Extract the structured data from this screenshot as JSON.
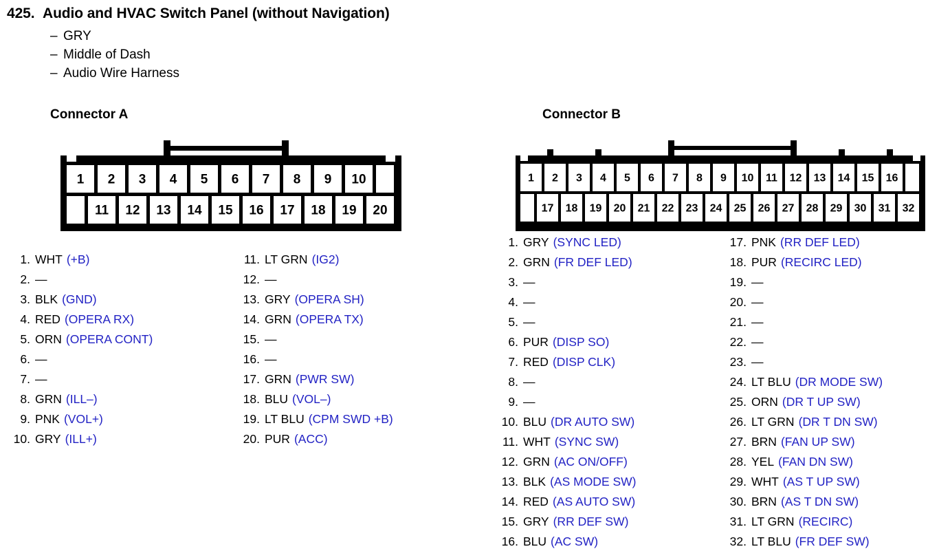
{
  "header": {
    "number": "425.",
    "title": "Audio and HVAC Switch Panel (without Navigation)",
    "bullets": [
      "GRY",
      "Middle of Dash",
      "Audio Wire Harness"
    ],
    "bullet_marker": "–"
  },
  "colors": {
    "signal_blue": "#2222c4",
    "body_black": "#000000",
    "cell_white": "#ffffff",
    "page_background": "#ffffff"
  },
  "connector_a": {
    "heading": "Connector A",
    "top_row_pins": [
      "1",
      "2",
      "3",
      "4",
      "5",
      "6",
      "7",
      "8",
      "9",
      "10"
    ],
    "bottom_row_pins": [
      "11",
      "12",
      "13",
      "14",
      "15",
      "16",
      "17",
      "18",
      "19",
      "20"
    ],
    "pins": [
      {
        "num": "1.",
        "color": "WHT",
        "signal": "(+B)"
      },
      {
        "num": "2.",
        "color": "—",
        "signal": ""
      },
      {
        "num": "3.",
        "color": "BLK",
        "signal": "(GND)"
      },
      {
        "num": "4.",
        "color": "RED",
        "signal": "(OPERA RX)"
      },
      {
        "num": "5.",
        "color": "ORN",
        "signal": "(OPERA CONT)"
      },
      {
        "num": "6.",
        "color": "—",
        "signal": ""
      },
      {
        "num": "7.",
        "color": "—",
        "signal": ""
      },
      {
        "num": "8.",
        "color": "GRN",
        "signal": "(ILL–)"
      },
      {
        "num": "9.",
        "color": "PNK",
        "signal": "(VOL+)"
      },
      {
        "num": "10.",
        "color": "GRY",
        "signal": "(ILL+)"
      },
      {
        "num": "11.",
        "color": "LT GRN",
        "signal": "(IG2)"
      },
      {
        "num": "12.",
        "color": "—",
        "signal": ""
      },
      {
        "num": "13.",
        "color": "GRY",
        "signal": "(OPERA SH)"
      },
      {
        "num": "14.",
        "color": "GRN",
        "signal": "(OPERA TX)"
      },
      {
        "num": "15.",
        "color": "—",
        "signal": ""
      },
      {
        "num": "16.",
        "color": "—",
        "signal": ""
      },
      {
        "num": "17.",
        "color": "GRN",
        "signal": "(PWR SW)"
      },
      {
        "num": "18.",
        "color": "BLU",
        "signal": "(VOL–)"
      },
      {
        "num": "19.",
        "color": "LT BLU",
        "signal": "(CPM SWD +B)"
      },
      {
        "num": "20.",
        "color": "PUR",
        "signal": "(ACC)"
      }
    ]
  },
  "connector_b": {
    "heading": "Connector B",
    "top_row_pins": [
      "1",
      "2",
      "3",
      "4",
      "5",
      "6",
      "7",
      "8",
      "9",
      "10",
      "11",
      "12",
      "13",
      "14",
      "15",
      "16"
    ],
    "bottom_row_pins": [
      "17",
      "18",
      "19",
      "20",
      "21",
      "22",
      "23",
      "24",
      "25",
      "26",
      "27",
      "28",
      "29",
      "30",
      "31",
      "32"
    ],
    "pins": [
      {
        "num": "1.",
        "color": "GRY",
        "signal": "(SYNC LED)"
      },
      {
        "num": "2.",
        "color": "GRN",
        "signal": "(FR DEF LED)"
      },
      {
        "num": "3.",
        "color": "—",
        "signal": ""
      },
      {
        "num": "4.",
        "color": "—",
        "signal": ""
      },
      {
        "num": "5.",
        "color": "—",
        "signal": ""
      },
      {
        "num": "6.",
        "color": "PUR",
        "signal": "(DISP SO)"
      },
      {
        "num": "7.",
        "color": "RED",
        "signal": "(DISP CLK)"
      },
      {
        "num": "8.",
        "color": "—",
        "signal": ""
      },
      {
        "num": "9.",
        "color": "—",
        "signal": ""
      },
      {
        "num": "10.",
        "color": "BLU",
        "signal": "(DR AUTO SW)"
      },
      {
        "num": "11.",
        "color": "WHT",
        "signal": "(SYNC SW)"
      },
      {
        "num": "12.",
        "color": "GRN",
        "signal": "(AC ON/OFF)"
      },
      {
        "num": "13.",
        "color": "BLK",
        "signal": "(AS MODE SW)"
      },
      {
        "num": "14.",
        "color": "RED",
        "signal": "(AS AUTO SW)"
      },
      {
        "num": "15.",
        "color": "GRY",
        "signal": "(RR DEF SW)"
      },
      {
        "num": "16.",
        "color": "BLU",
        "signal": "(AC SW)"
      },
      {
        "num": "17.",
        "color": "PNK",
        "signal": "(RR DEF LED)"
      },
      {
        "num": "18.",
        "color": "PUR",
        "signal": "(RECIRC LED)"
      },
      {
        "num": "19.",
        "color": "—",
        "signal": ""
      },
      {
        "num": "20.",
        "color": "—",
        "signal": ""
      },
      {
        "num": "21.",
        "color": "—",
        "signal": ""
      },
      {
        "num": "22.",
        "color": "—",
        "signal": ""
      },
      {
        "num": "23.",
        "color": "—",
        "signal": ""
      },
      {
        "num": "24.",
        "color": "LT BLU",
        "signal": "(DR MODE SW)"
      },
      {
        "num": "25.",
        "color": "ORN",
        "signal": "(DR T UP SW)"
      },
      {
        "num": "26.",
        "color": "LT GRN",
        "signal": "(DR T DN SW)"
      },
      {
        "num": "27.",
        "color": "BRN",
        "signal": "(FAN UP SW)"
      },
      {
        "num": "28.",
        "color": "YEL",
        "signal": "(FAN DN SW)"
      },
      {
        "num": "29.",
        "color": "WHT",
        "signal": "(AS T UP SW)"
      },
      {
        "num": "30.",
        "color": "BRN",
        "signal": "(AS T DN SW)"
      },
      {
        "num": "31.",
        "color": "LT GRN",
        "signal": "(RECIRC)"
      },
      {
        "num": "32.",
        "color": "LT BLU",
        "signal": "(FR DEF SW)"
      }
    ]
  }
}
